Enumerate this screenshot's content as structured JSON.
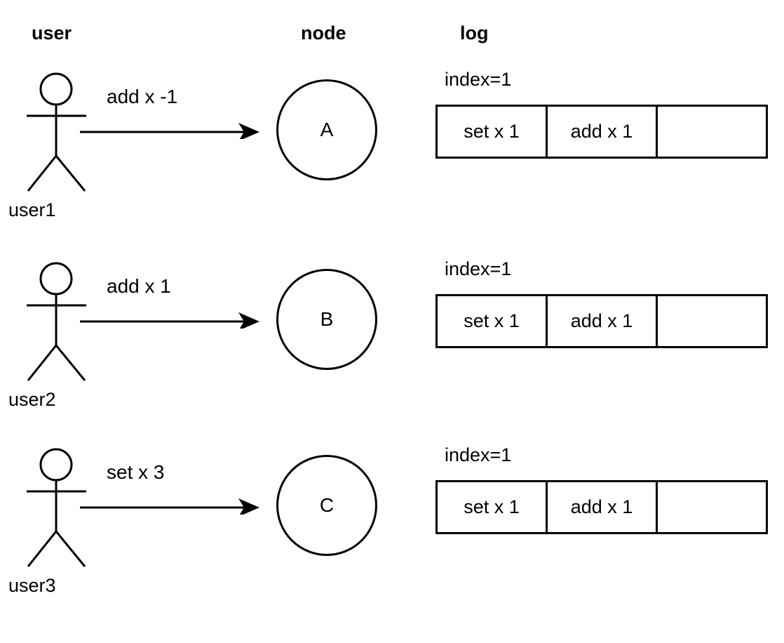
{
  "headers": {
    "user": "user",
    "node": "node",
    "log": "log"
  },
  "colors": {
    "stroke": "#000000",
    "background": "#ffffff",
    "text": "#000000"
  },
  "rows": [
    {
      "actor_label": "user1",
      "message_label": "add x -1",
      "node_label": "A",
      "log_index": "index=1",
      "log_cells": [
        "set x 1",
        "add x 1",
        ""
      ]
    },
    {
      "actor_label": "user2",
      "message_label": "add x 1",
      "node_label": "B",
      "log_index": "index=1",
      "log_cells": [
        "set x 1",
        "add x 1",
        ""
      ]
    },
    {
      "actor_label": "user3",
      "message_label": "set x 3",
      "node_label": "C",
      "log_index": "index=1",
      "log_cells": [
        "set x 1",
        "add x 1",
        ""
      ]
    }
  ]
}
